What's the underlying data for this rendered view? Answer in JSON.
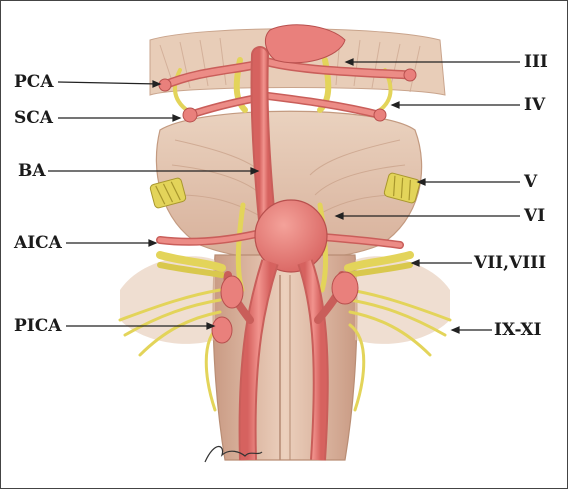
{
  "figure": {
    "left_labels": [
      {
        "key": "pca",
        "text": "PCA"
      },
      {
        "key": "sca",
        "text": "SCA"
      },
      {
        "key": "ba",
        "text": "BA"
      },
      {
        "key": "aica",
        "text": "AICA"
      },
      {
        "key": "pica",
        "text": "PICA"
      }
    ],
    "right_labels": [
      {
        "key": "cn3",
        "text": "III"
      },
      {
        "key": "cn4",
        "text": "IV"
      },
      {
        "key": "cn5",
        "text": "V"
      },
      {
        "key": "cn6",
        "text": "VI"
      },
      {
        "key": "cn78",
        "text": "VII,VIII"
      },
      {
        "key": "cn9_11",
        "text": "IX-XI"
      }
    ]
  },
  "colors": {
    "artery": "#e9807c",
    "artery_dark": "#b8504e",
    "nerve": "#e3d45a",
    "nerve_dark": "#b9a632",
    "tissue": "#e2c1aa",
    "tissue_dark": "#c69c82",
    "leader": "#222222",
    "border": "#444444"
  }
}
